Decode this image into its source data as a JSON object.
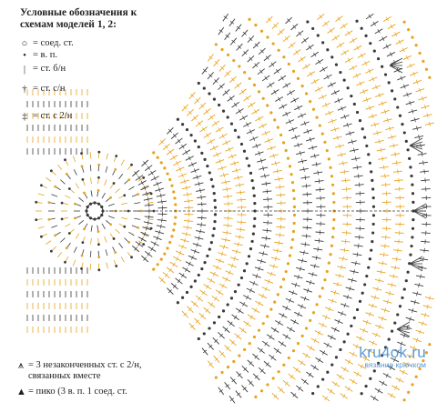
{
  "legend": {
    "title": "Условные обозначения к схемам моделей 1, 2:",
    "items": [
      {
        "symbol": "○",
        "label": "= соед. ст."
      },
      {
        "symbol": "•",
        "label": "= в. п."
      },
      {
        "symbol": "|",
        "label": "= ст. б/н"
      },
      {
        "symbol": "†",
        "label": "= ст. с/н"
      },
      {
        "symbol": "‡",
        "label": "= ст. с 2/н"
      }
    ],
    "bottom_items": [
      {
        "symbol": "⩚",
        "label": "= 3 незаконченных ст. с 2/н, связанных вместе"
      },
      {
        "symbol": "▲",
        "label": "= пико (3 в. п. 1 соед. ст."
      }
    ]
  },
  "watermark": {
    "name": "kru4ok.ru",
    "subtitle": "вязание крючком"
  },
  "colors": {
    "stitch_dark": "#3a3a3a",
    "stitch_yellow": "#e8a21c",
    "watermark_blue": "#5a9ad3"
  }
}
